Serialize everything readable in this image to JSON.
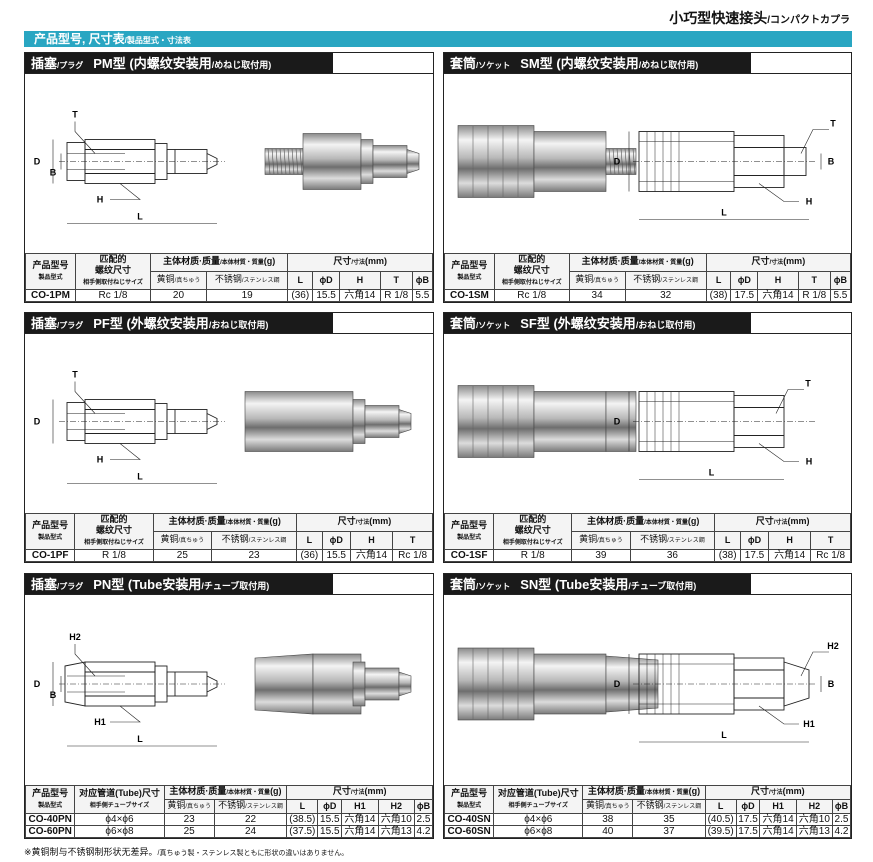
{
  "header": {
    "title": "小巧型快速接头",
    "title_sub": "/コンパクトカプラ"
  },
  "section": {
    "title": "产品型号, 尺寸表",
    "title_sub": "/製品型式・寸法表"
  },
  "labels": {
    "plug": "插塞",
    "plug_sub": "/プラグ",
    "socket": "套筒",
    "socket_sub": "/ソケット",
    "model_jp": "产品型号",
    "model_sub": "製品型式",
    "thread": "匹配的",
    "thread2": "螺纹尺寸",
    "thread_sub": "相手側取付ねじサイズ",
    "tube": "对应管道(Tube)尺寸",
    "tube_sub": "相手側チューブサイズ",
    "material": "主体材质·质量",
    "material_sub": "/本体材質・質量",
    "material_unit": "(g)",
    "brass": "黄铜",
    "brass_sub": "/真ちゅう",
    "stainless": "不锈钢",
    "stainless_sub": "/ステンレス鋼",
    "dims": "尺寸",
    "dims_sub": "/寸法",
    "dims_unit": "(mm)"
  },
  "panels": {
    "pm": {
      "name": "PM型 (内螺纹安装用",
      "name_sub": "/めねじ取付用)",
      "cols": [
        "L",
        "ϕD",
        "H",
        "T",
        "ϕB"
      ],
      "rows": [
        [
          "CO-1PM",
          "Rc 1/8",
          "20",
          "19",
          "(36)",
          "15.5",
          "六角14",
          "R 1/8",
          "5.5"
        ]
      ]
    },
    "sm": {
      "name": "SM型 (内螺纹安装用",
      "name_sub": "/めねじ取付用)",
      "cols": [
        "L",
        "ϕD",
        "H",
        "T",
        "ϕB"
      ],
      "rows": [
        [
          "CO-1SM",
          "Rc 1/8",
          "34",
          "32",
          "(38)",
          "17.5",
          "六角14",
          "R 1/8",
          "5.5"
        ]
      ]
    },
    "pf": {
      "name": "PF型 (外螺纹安装用",
      "name_sub": "/おねじ取付用)",
      "cols": [
        "L",
        "ϕD",
        "H",
        "T"
      ],
      "rows": [
        [
          "CO-1PF",
          "R 1/8",
          "25",
          "23",
          "(36)",
          "15.5",
          "六角14",
          "Rc 1/8"
        ]
      ]
    },
    "sf": {
      "name": "SF型 (外螺纹安装用",
      "name_sub": "/おねじ取付用)",
      "cols": [
        "L",
        "ϕD",
        "H",
        "T"
      ],
      "rows": [
        [
          "CO-1SF",
          "R 1/8",
          "39",
          "36",
          "(38)",
          "17.5",
          "六角14",
          "Rc 1/8"
        ]
      ]
    },
    "pn": {
      "name": "PN型 (Tube安装用",
      "name_sub": "/チューブ取付用)",
      "cols": [
        "L",
        "ϕD",
        "H1",
        "H2",
        "ϕB"
      ],
      "rows": [
        [
          "CO-40PN",
          "ϕ4×ϕ6",
          "23",
          "22",
          "(38.5)",
          "15.5",
          "六角14",
          "六角10",
          "2.5"
        ],
        [
          "CO-60PN",
          "ϕ6×ϕ8",
          "25",
          "24",
          "(37.5)",
          "15.5",
          "六角14",
          "六角13",
          "4.2"
        ]
      ]
    },
    "sn": {
      "name": "SN型 (Tube安装用",
      "name_sub": "/チューブ取付用)",
      "cols": [
        "L",
        "ϕD",
        "H1",
        "H2",
        "ϕB"
      ],
      "rows": [
        [
          "CO-40SN",
          "ϕ4×ϕ6",
          "38",
          "35",
          "(40.5)",
          "17.5",
          "六角14",
          "六角10",
          "2.5"
        ],
        [
          "CO-60SN",
          "ϕ6×ϕ8",
          "40",
          "37",
          "(39.5)",
          "17.5",
          "六角14",
          "六角13",
          "4.2"
        ]
      ]
    }
  },
  "dim_letters": {
    "T": "T",
    "D": "D",
    "B": "B",
    "H": "H",
    "L": "L",
    "H1": "H1",
    "H2": "H2"
  },
  "footnote": {
    "text": "※黄铜制与不锈钢制形状无差异。",
    "sub": "/真ちゅう製・ステンレス製ともに形状の違いはありません。"
  }
}
